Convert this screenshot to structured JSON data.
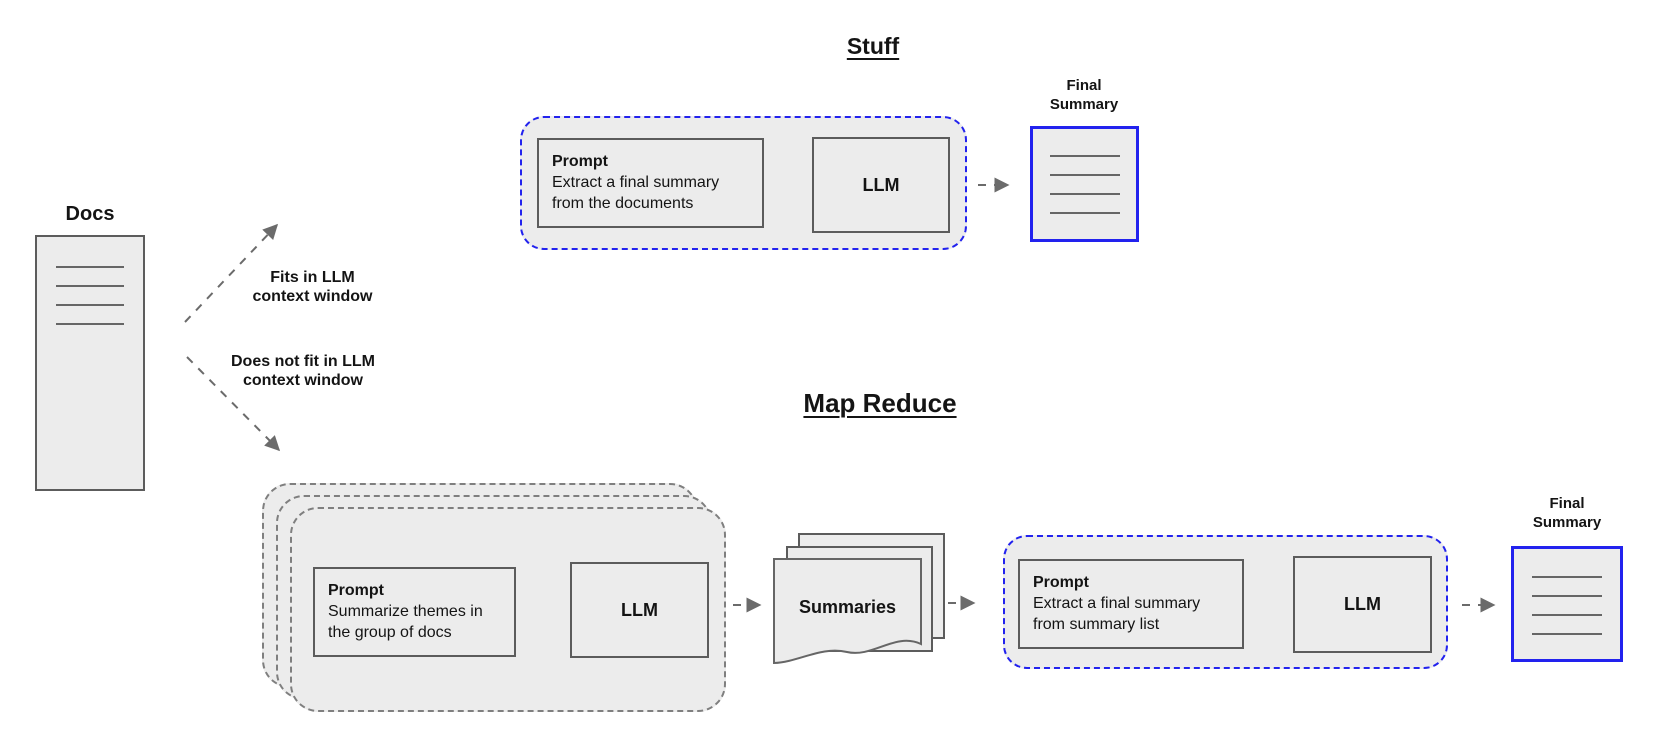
{
  "colors": {
    "background": "#ffffff",
    "box_fill": "#ececec",
    "box_border": "#5c5c5c",
    "container_dash_gray": "#7f7f7f",
    "accent_blue": "#2222ee",
    "arrow_gray": "#6b6b6b",
    "doc_line_gray": "#666666",
    "text": "#141414"
  },
  "docs": {
    "label": "Docs"
  },
  "branches": {
    "fits_line1": "Fits in LLM",
    "fits_line2": "context window",
    "no_fit_line1": "Does not fit in LLM",
    "no_fit_line2": "context window"
  },
  "stuff": {
    "title": "Stuff",
    "prompt_title": "Prompt",
    "prompt_line1": "Extract a final summary",
    "prompt_line2": "from the documents",
    "llm_label": "LLM",
    "final_summary_line1": "Final",
    "final_summary_line2": "Summary"
  },
  "map_reduce": {
    "title": "Map Reduce",
    "map_prompt_title": "Prompt",
    "map_prompt_line1": "Summarize themes in",
    "map_prompt_line2": "the group of docs",
    "map_llm_label": "LLM",
    "summaries_label": "Summaries",
    "reduce_prompt_title": "Prompt",
    "reduce_prompt_line1": "Extract a final summary",
    "reduce_prompt_line2": "from summary list",
    "reduce_llm_label": "LLM",
    "final_summary_line1": "Final",
    "final_summary_line2": "Summary"
  },
  "icons": {
    "document_lines": "horizontal-rules",
    "arrow_head": "triangle"
  }
}
